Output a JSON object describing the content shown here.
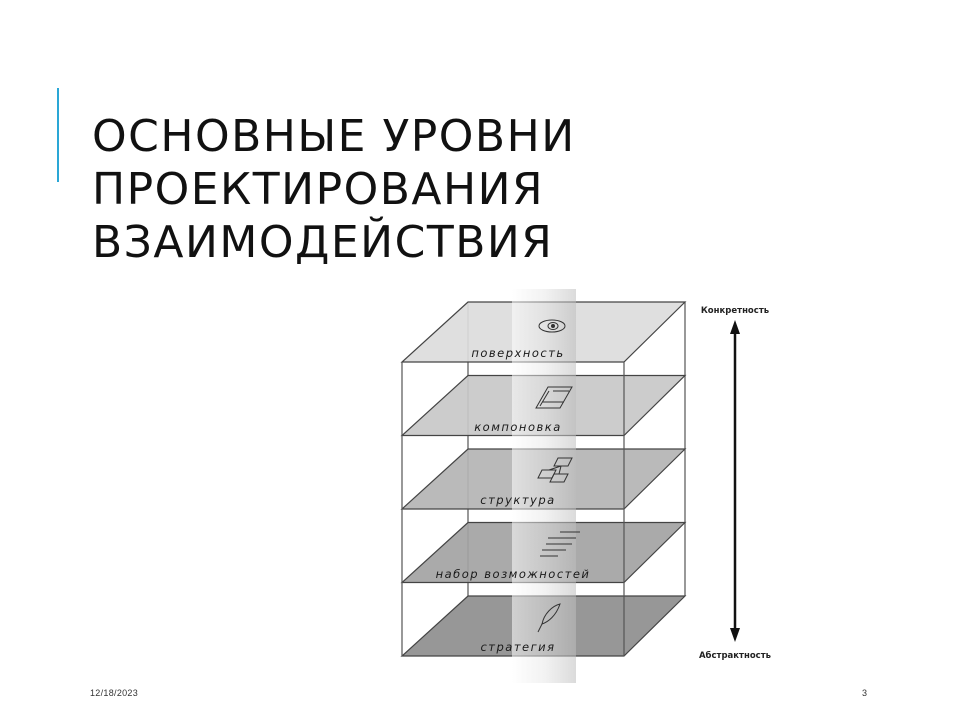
{
  "slide": {
    "title_lines": [
      "ОСНОВНЫЕ УРОВНИ",
      "ПРОЕКТИРОВАНИЯ",
      "ВЗАИМОДЕЙСТВИЯ"
    ],
    "date": "12/18/2023",
    "page_number": "3",
    "accent_color": "#2aa7d6"
  },
  "diagram": {
    "axis_top_label": "Конкретность",
    "axis_bottom_label": "Абстрактность",
    "planes": [
      {
        "label": "поверхность",
        "icon": "eye-icon",
        "fill": "#dcdcdc"
      },
      {
        "label": "компоновка",
        "icon": "layout-icon",
        "fill": "#c8c8c8"
      },
      {
        "label": "структура",
        "icon": "structure-icon",
        "fill": "#b4b4b4"
      },
      {
        "label": "набор возможностей",
        "icon": "list-icon",
        "fill": "#a3a3a3"
      },
      {
        "label": "стратегия",
        "icon": "feather-icon",
        "fill": "#8e8e8e"
      }
    ]
  }
}
